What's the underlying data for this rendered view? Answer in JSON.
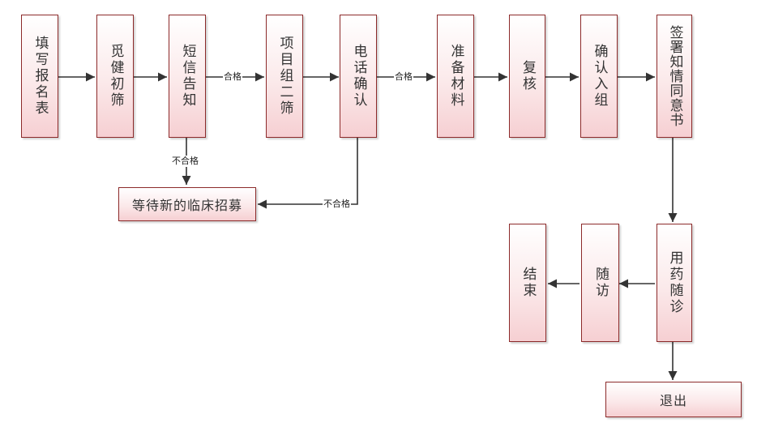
{
  "nodes": {
    "fill_form": "填写报名表",
    "prescreen": "觅健初筛",
    "sms_notice": "短信告知",
    "project_second_screen": "项目组二筛",
    "phone_confirm": "电话确认",
    "prepare_materials": "准备材料",
    "recheck": "复核",
    "confirm_enroll": "确认入组",
    "sign_consent": "签署知情同意书",
    "medication_followup": "用药随诊",
    "followup": "随访",
    "end": "结束",
    "exit": "退出",
    "wait_new_trial": "等待新的临床招募"
  },
  "edge_labels": {
    "pass_1": "合格",
    "pass_2": "合格",
    "fail_1": "不合格",
    "fail_2": "不合格"
  },
  "colors": {
    "border": "#8c2a2a",
    "arrow": "#333333",
    "fill_top": "#ffffff",
    "fill_bottom": "#f6cfd2"
  }
}
